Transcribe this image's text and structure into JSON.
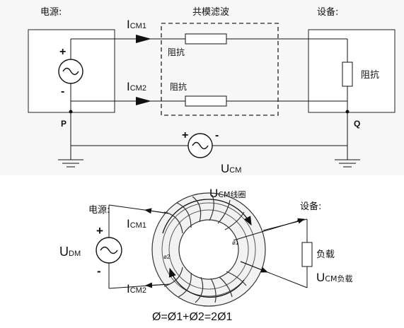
{
  "top": {
    "power_label": "电源:",
    "filter_label": "共模滤波",
    "device_label": "设备:",
    "plus": "+",
    "minus": "-",
    "i1_main": "I",
    "i1_sub": "CM1",
    "i2_main": "I",
    "i2_sub": "CM2",
    "impedance_upper": "阻抗",
    "impedance_lower": "阻抗",
    "impedance_device": "阻抗",
    "node_p": "P",
    "node_q": "Q",
    "src_plus": "+",
    "src_minus": "-",
    "ucm_main": "U",
    "ucm_sub": "CM"
  },
  "bottom": {
    "power_label": "电源:",
    "device_label": "设备:",
    "plus": "+",
    "minus": "-",
    "udm_main": "U",
    "udm_sub": "DM",
    "i1_main": "I",
    "i1_sub": "CM1",
    "i2_main": "I",
    "i2_sub": "CM2",
    "ucoil_main": "U",
    "ucoil_sub": "CM线圈",
    "load_label": "负载",
    "uload_main": "U",
    "uload_sub": "CM负载",
    "phi1": "ø1",
    "phi2": "ø2",
    "equation": "Ø=Ø1+Ø2=2Ø1"
  }
}
